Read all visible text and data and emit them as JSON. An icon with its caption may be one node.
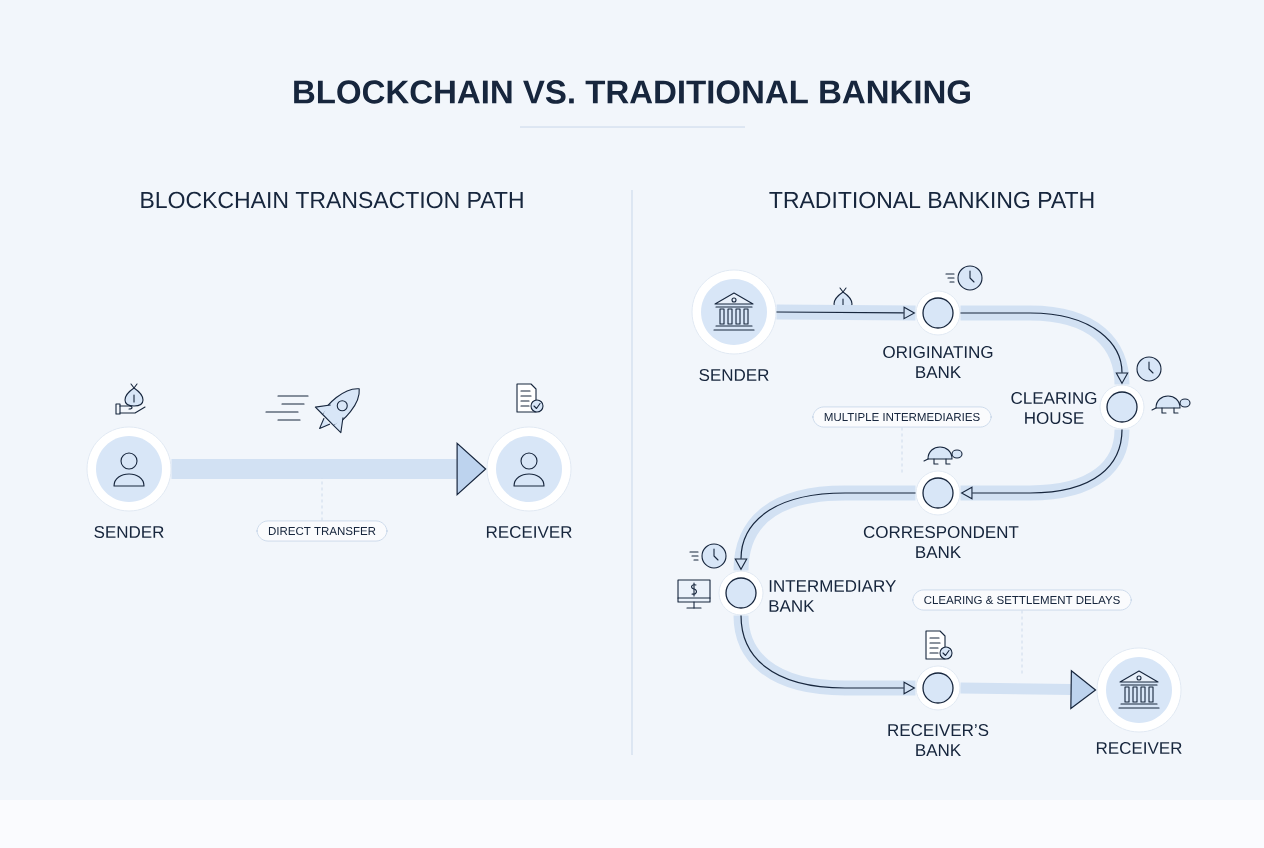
{
  "diagram": {
    "title": "BLOCKCHAIN VS. TRADITIONAL BANKING",
    "nodes": [
      {
        "text": [
          "SENDER"
        ]
      },
      {
        "text": [
          "RECEIVER"
        ]
      },
      {
        "text": [
          "DIRECT TRANSFER"
        ]
      },
      {
        "text": [
          "SENDER"
        ]
      },
      {
        "text": [
          "ORIGINATING BANK"
        ]
      },
      {
        "text": [
          "CLEARING HOUSE"
        ]
      },
      {
        "text": [
          "MULTIPLE INTERMEDIARIES"
        ]
      },
      {
        "text": [
          "CORRESPONDENT BANK"
        ]
      },
      {
        "text": [
          "INTERMEDIARY BANK"
        ]
      },
      {
        "text": [
          "CLEARING & SETTLEMENT DELAYS"
        ]
      },
      {
        "text": [
          "RECEIVER’S BANK"
        ]
      },
      {
        "text": [
          "RECEIVER"
        ]
      }
    ],
    "edges": [
      {
        "from": 0,
        "to": 1,
        "arrow": "to"
      },
      {
        "from": 3,
        "to": 4,
        "arrow": "to"
      },
      {
        "from": 4,
        "to": 5,
        "arrow": "to"
      },
      {
        "from": 5,
        "to": 7,
        "arrow": "to"
      },
      {
        "from": 7,
        "to": 8,
        "arrow": "to"
      },
      {
        "from": 8,
        "to": 10,
        "arrow": "to"
      },
      {
        "from": 10,
        "to": 11,
        "arrow": "to"
      },
      {
        "from": 2,
        "to": null,
        "arrow": "none",
        "style": "dashed"
      },
      {
        "from": 6,
        "to": null,
        "arrow": "none",
        "style": "dashed"
      },
      {
        "from": 9,
        "to": null,
        "arrow": "none",
        "style": "dashed"
      }
    ],
    "labels": [
      "BLOCKCHAIN TRANSACTION PATH",
      "TRADITIONAL BANKING PATH"
    ]
  }
}
